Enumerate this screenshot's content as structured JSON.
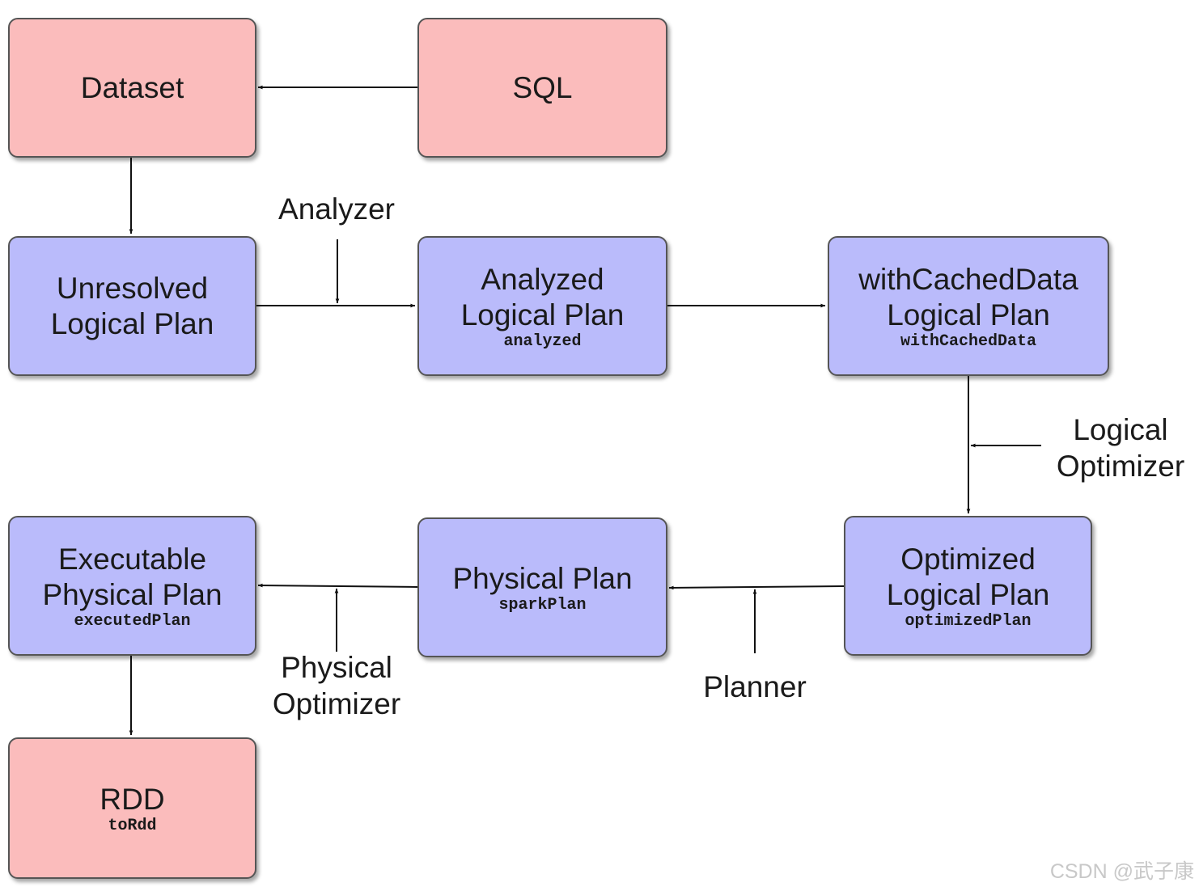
{
  "diagram": {
    "nodes": [
      {
        "id": "dataset",
        "title": "Dataset",
        "code": ""
      },
      {
        "id": "sql",
        "title": "SQL",
        "code": ""
      },
      {
        "id": "unresolved",
        "title": "Unresolved\nLogical Plan",
        "code": ""
      },
      {
        "id": "analyzed",
        "title": "Analyzed\nLogical Plan",
        "code": "analyzed"
      },
      {
        "id": "cached",
        "title": "withCachedData\nLogical Plan",
        "code": "withCachedData"
      },
      {
        "id": "oplan",
        "title": "Optimized\nLogical Plan",
        "code": "optimizedPlan"
      },
      {
        "id": "pplan",
        "title": "Physical Plan",
        "code": "sparkPlan"
      },
      {
        "id": "eplan",
        "title": "Executable\nPhysical Plan",
        "code": "executedPlan"
      },
      {
        "id": "rdd",
        "title": "RDD",
        "code": "toRdd"
      }
    ],
    "labels": {
      "analyzer": "Analyzer",
      "logical_optimizer": "Logical\nOptimizer",
      "planner": "Planner",
      "physical_optimizer": "Physical\nOptimizer"
    },
    "colors": {
      "source": "#fbbcbc",
      "plan": "#babbfb",
      "edge": "#111111"
    }
  },
  "watermark": "CSDN @武子康"
}
